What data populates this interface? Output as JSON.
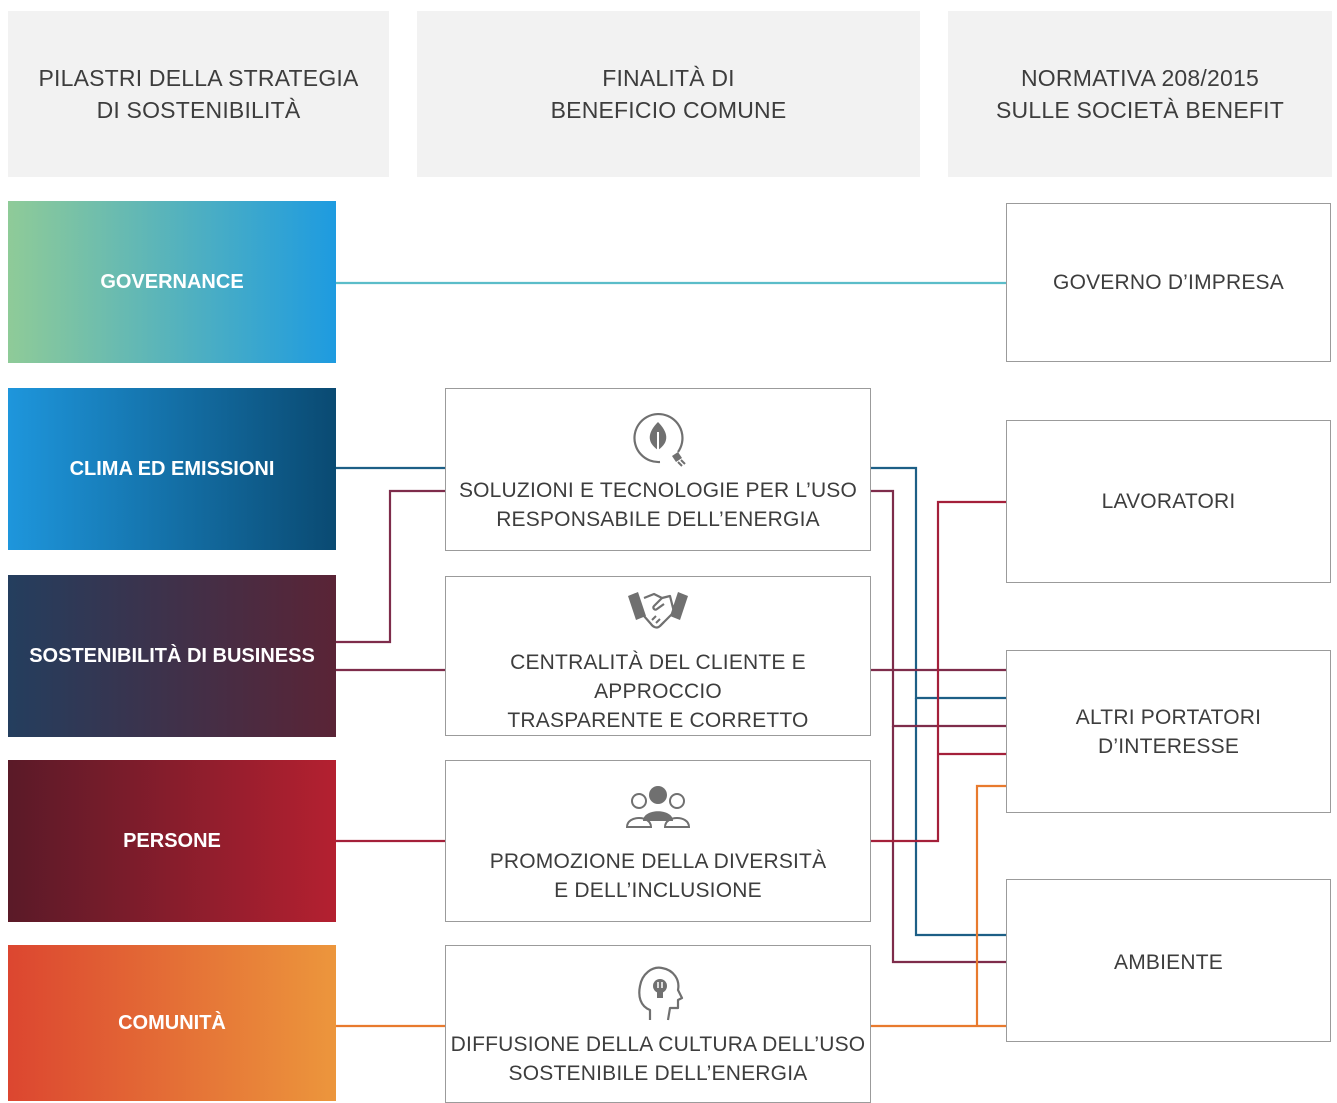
{
  "headers": [
    {
      "lines": [
        "PILASTRI DELLA STRATEGIA",
        "DI SOSTENIBILITÀ"
      ]
    },
    {
      "lines": [
        "FINALITÀ DI",
        "BENEFICIO COMUNE"
      ]
    },
    {
      "lines": [
        "NORMATIVA 208/2015",
        "SULLE SOCIETÀ BENEFIT"
      ]
    }
  ],
  "pillars": [
    {
      "label": "GOVERNANCE",
      "gradient": [
        "#8fcb98",
        "#1e9be0"
      ]
    },
    {
      "label": "CLIMA ED EMISSIONI",
      "gradient": [
        "#1e96dc",
        "#0a4a72"
      ]
    },
    {
      "label": "SOSTENIBILITÀ DI BUSINESS",
      "gradient": [
        "#243e5e",
        "#5a2436"
      ]
    },
    {
      "label": "PERSONE",
      "gradient": [
        "#5a1a28",
        "#b42030"
      ]
    },
    {
      "label": "COMUNITÀ",
      "gradient": [
        "#dc4630",
        "#ec963c"
      ]
    }
  ],
  "purposes": [
    {
      "icon": "leaf-plug-icon",
      "lines": [
        "SOLUZIONI E TECNOLOGIE PER L’USO",
        "RESPONSABILE DELL’ENERGIA"
      ]
    },
    {
      "icon": "handshake-icon",
      "lines": [
        "CENTRALITÀ DEL CLIENTE E APPROCCIO",
        "TRASPARENTE E CORRETTO"
      ]
    },
    {
      "icon": "people-group-icon",
      "lines": [
        "PROMOZIONE DELLA DIVERSITÀ",
        "E DELL’INCLUSIONE"
      ]
    },
    {
      "icon": "head-lightbulb-icon",
      "lines": [
        "DIFFUSIONE DELLA CULTURA DELL’USO",
        "SOSTENIBILE DELL’ENERGIA"
      ]
    }
  ],
  "norms": [
    {
      "lines": [
        "GOVERNO D’IMPRESA"
      ]
    },
    {
      "lines": [
        "LAVORATORI"
      ]
    },
    {
      "lines": [
        "ALTRI PORTATORI",
        "D’INTERESSE"
      ]
    },
    {
      "lines": [
        "AMBIENTE"
      ]
    }
  ],
  "connector_colors": {
    "governance": "#5bbdc9",
    "clima": "#1d5f86",
    "business": "#7e2c4b",
    "persone": "#a4203a",
    "comunita": "#e87a2e"
  }
}
